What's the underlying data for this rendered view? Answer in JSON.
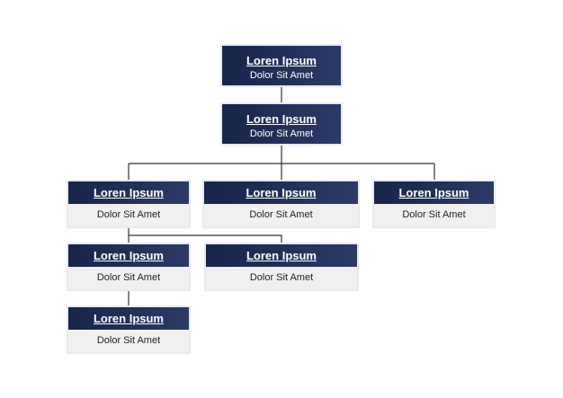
{
  "colors": {
    "box_dark_start": "#17254a",
    "box_dark_end": "#2c3b66",
    "box_light": "#f0f0f0",
    "connector": "#333333"
  },
  "nodes": [
    {
      "id": "ceo",
      "title": "Loren Ipsum",
      "subtitle": "Dolor Sit Amet",
      "style": "filled"
    },
    {
      "id": "director",
      "title": "Loren Ipsum",
      "subtitle": "Dolor Sit Amet",
      "style": "filled"
    },
    {
      "id": "manager-left",
      "title": "Loren Ipsum",
      "subtitle": "Dolor Sit Amet",
      "style": "split"
    },
    {
      "id": "manager-middle",
      "title": "Loren Ipsum",
      "subtitle": "Dolor Sit Amet",
      "style": "split"
    },
    {
      "id": "manager-right",
      "title": "Loren Ipsum",
      "subtitle": "Dolor Sit Amet",
      "style": "split"
    },
    {
      "id": "staff-left",
      "title": "Loren Ipsum",
      "subtitle": "Dolor Sit Amet",
      "style": "split"
    },
    {
      "id": "staff-middle",
      "title": "Loren Ipsum",
      "subtitle": "Dolor Sit Amet",
      "style": "split"
    },
    {
      "id": "staff-bottom",
      "title": "Loren Ipsum",
      "subtitle": "Dolor Sit Amet",
      "style": "split"
    }
  ],
  "edges": [
    {
      "from": "ceo",
      "to": "director"
    },
    {
      "from": "director",
      "to": "manager-left"
    },
    {
      "from": "director",
      "to": "manager-middle"
    },
    {
      "from": "director",
      "to": "manager-right"
    },
    {
      "from": "manager-left",
      "to": "staff-left"
    },
    {
      "from": "manager-left",
      "to": "staff-middle"
    },
    {
      "from": "staff-left",
      "to": "staff-bottom"
    }
  ]
}
